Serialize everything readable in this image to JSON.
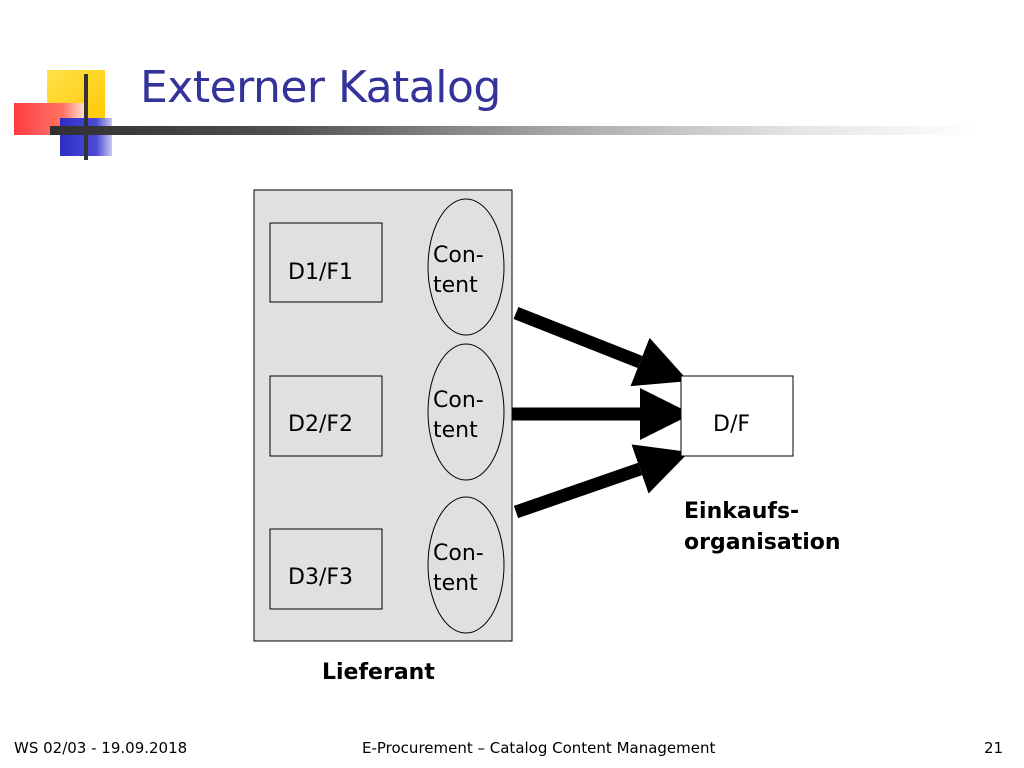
{
  "slide": {
    "title": "Externer Katalog",
    "footer": {
      "left": "WS 02/03 - 19.09.2018",
      "center": "E-Procurement – Catalog Content Management",
      "page": "21"
    }
  },
  "diagram": {
    "supplier": {
      "label": "Lieferant",
      "data_boxes": [
        "D1/F1",
        "D2/F2",
        "D3/F3"
      ],
      "content_ellipses": [
        {
          "line1": "Con-",
          "line2": "tent"
        },
        {
          "line1": "Con-",
          "line2": "tent"
        },
        {
          "line1": "Con-",
          "line2": "tent"
        }
      ]
    },
    "buyer": {
      "box": "D/F",
      "label_line1": "Einkaufs-",
      "label_line2": "organisation"
    }
  },
  "colors": {
    "title": "#333399",
    "container_fill": "#e0e0e0",
    "deco_yellow": "#ffd200",
    "deco_red": "#ff3333",
    "deco_blue": "#3333cc"
  }
}
